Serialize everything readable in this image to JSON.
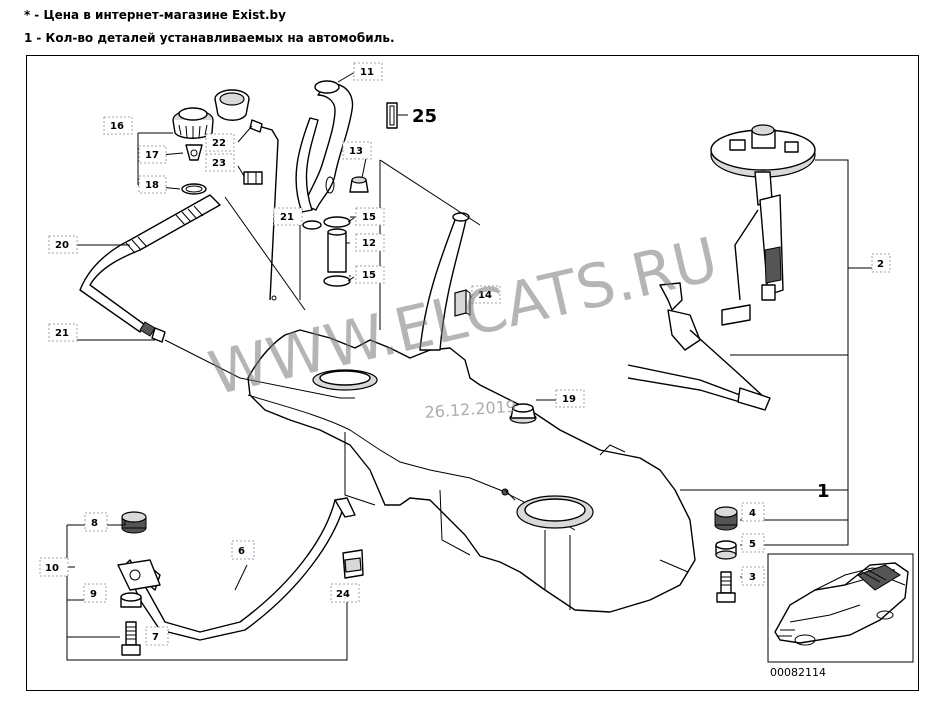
{
  "legend": {
    "star_mark": "*",
    "star_text": "- Цена в интернет-магазине Exist.by",
    "qty_mark": "1",
    "qty_text": "- Кол-во деталей устанавливаемых на автомобиль."
  },
  "callouts": {
    "c1": "1",
    "c2": "2",
    "c3": "3",
    "c4": "4",
    "c5": "5",
    "c6": "6",
    "c7": "7",
    "c8": "8",
    "c9": "9",
    "c10": "10",
    "c11": "11",
    "c12": "12",
    "c13": "13",
    "c14": "14",
    "c15a": "15",
    "c15b": "15",
    "c16": "16",
    "c17": "17",
    "c18": "18",
    "c19": "19",
    "c20": "20",
    "c21a": "21",
    "c21b": "21",
    "c22": "22",
    "c23": "23",
    "c24": "24",
    "c25": "25"
  },
  "diagram_code": "00082114",
  "watermark": {
    "site": "WWW.ELCATS.RU",
    "date": "26.12.2019"
  },
  "colors": {
    "watermark": "#7a7a7a",
    "label_box": "#9aa4b4",
    "line": "#000000"
  }
}
